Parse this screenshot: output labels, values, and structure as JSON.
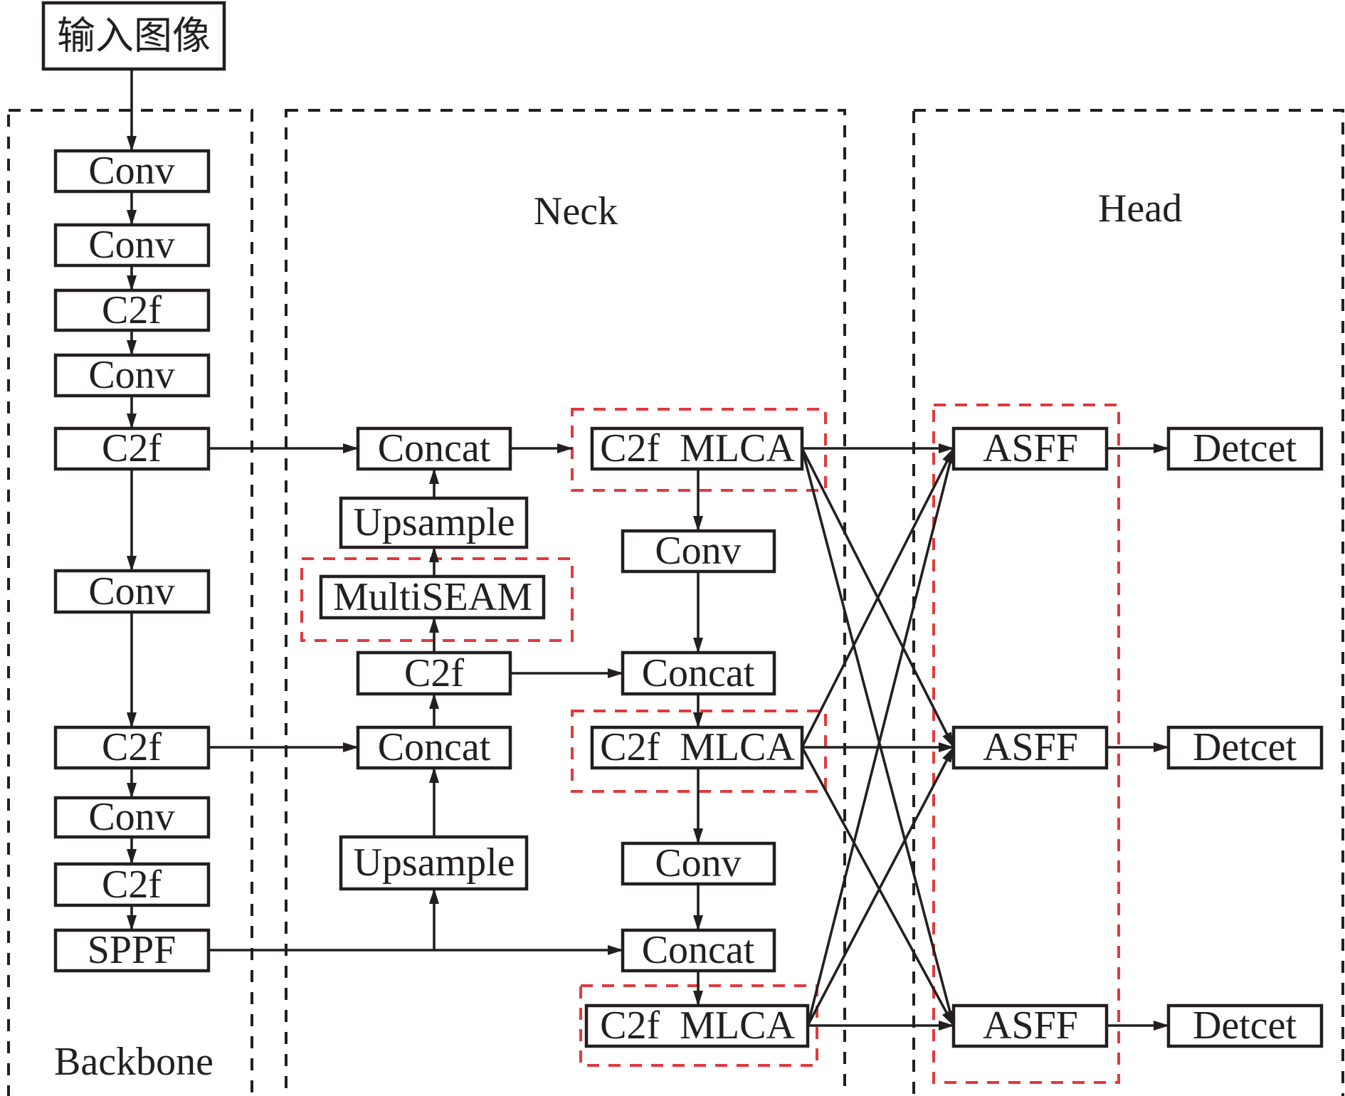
{
  "diagram": {
    "input": {
      "label": "输入图像"
    },
    "groups": {
      "backbone": "Backbone",
      "neck": "Neck",
      "head": "Head"
    },
    "backbone": [
      {
        "id": "b1",
        "label": "Conv"
      },
      {
        "id": "b2",
        "label": "Conv"
      },
      {
        "id": "b3",
        "label": "C2f"
      },
      {
        "id": "b4",
        "label": "Conv"
      },
      {
        "id": "b5",
        "label": "C2f"
      },
      {
        "id": "b6",
        "label": "Conv"
      },
      {
        "id": "b7",
        "label": "C2f"
      },
      {
        "id": "b8",
        "label": "Conv"
      },
      {
        "id": "b9",
        "label": "C2f"
      },
      {
        "id": "b10",
        "label": "SPPF"
      }
    ],
    "neck": [
      {
        "id": "n_concat1",
        "label": "Concat"
      },
      {
        "id": "n_up1",
        "label": "Upsample"
      },
      {
        "id": "n_mseam",
        "label": "MultiSEAM",
        "highlighted": true
      },
      {
        "id": "n_c2f",
        "label": "C2f"
      },
      {
        "id": "n_concat2",
        "label": "Concat"
      },
      {
        "id": "n_up2",
        "label": "Upsample"
      },
      {
        "id": "n_mlca1",
        "label": "C2f  MLCA",
        "highlighted": true
      },
      {
        "id": "n_conv1",
        "label": "Conv"
      },
      {
        "id": "n_concat3",
        "label": "Concat"
      },
      {
        "id": "n_mlca2",
        "label": "C2f  MLCA",
        "highlighted": true
      },
      {
        "id": "n_conv2",
        "label": "Conv"
      },
      {
        "id": "n_concat4",
        "label": "Concat"
      },
      {
        "id": "n_mlca3",
        "label": "C2f  MLCA",
        "highlighted": true
      }
    ],
    "head": [
      {
        "id": "h_asff1",
        "label": "ASFF",
        "highlighted": true
      },
      {
        "id": "h_asff2",
        "label": "ASFF",
        "highlighted": true
      },
      {
        "id": "h_asff3",
        "label": "ASFF",
        "highlighted": true
      },
      {
        "id": "h_det1",
        "label": "Detcet"
      },
      {
        "id": "h_det2",
        "label": "Detcet"
      },
      {
        "id": "h_det3",
        "label": "Detcet"
      }
    ],
    "edges": [
      [
        "input",
        "b1"
      ],
      [
        "b1",
        "b2"
      ],
      [
        "b2",
        "b3"
      ],
      [
        "b3",
        "b4"
      ],
      [
        "b4",
        "b5"
      ],
      [
        "b5",
        "b6"
      ],
      [
        "b6",
        "b7"
      ],
      [
        "b7",
        "b8"
      ],
      [
        "b8",
        "b9"
      ],
      [
        "b9",
        "b10"
      ],
      [
        "b5",
        "n_concat1"
      ],
      [
        "b7",
        "n_concat2"
      ],
      [
        "b10",
        "n_up2"
      ],
      [
        "b10",
        "n_concat4"
      ],
      [
        "n_up2",
        "n_concat2"
      ],
      [
        "n_concat2",
        "n_c2f"
      ],
      [
        "n_c2f",
        "n_mseam"
      ],
      [
        "n_mseam",
        "n_up1"
      ],
      [
        "n_up1",
        "n_concat1"
      ],
      [
        "n_concat1",
        "n_mlca1"
      ],
      [
        "n_c2f",
        "n_concat3"
      ],
      [
        "n_mlca1",
        "n_conv1"
      ],
      [
        "n_conv1",
        "n_concat3"
      ],
      [
        "n_concat3",
        "n_mlca2"
      ],
      [
        "n_mlca2",
        "n_conv2"
      ],
      [
        "n_conv2",
        "n_concat4"
      ],
      [
        "n_concat4",
        "n_mlca3"
      ],
      [
        "n_mlca1",
        "h_asff1"
      ],
      [
        "n_mlca1",
        "h_asff2"
      ],
      [
        "n_mlca1",
        "h_asff3"
      ],
      [
        "n_mlca2",
        "h_asff1"
      ],
      [
        "n_mlca2",
        "h_asff2"
      ],
      [
        "n_mlca2",
        "h_asff3"
      ],
      [
        "n_mlca3",
        "h_asff1"
      ],
      [
        "n_mlca3",
        "h_asff2"
      ],
      [
        "n_mlca3",
        "h_asff3"
      ],
      [
        "h_asff1",
        "h_det1"
      ],
      [
        "h_asff2",
        "h_det2"
      ],
      [
        "h_asff3",
        "h_det3"
      ]
    ],
    "colors": {
      "stroke": "#231f20",
      "highlight": "#e03a3e"
    }
  }
}
